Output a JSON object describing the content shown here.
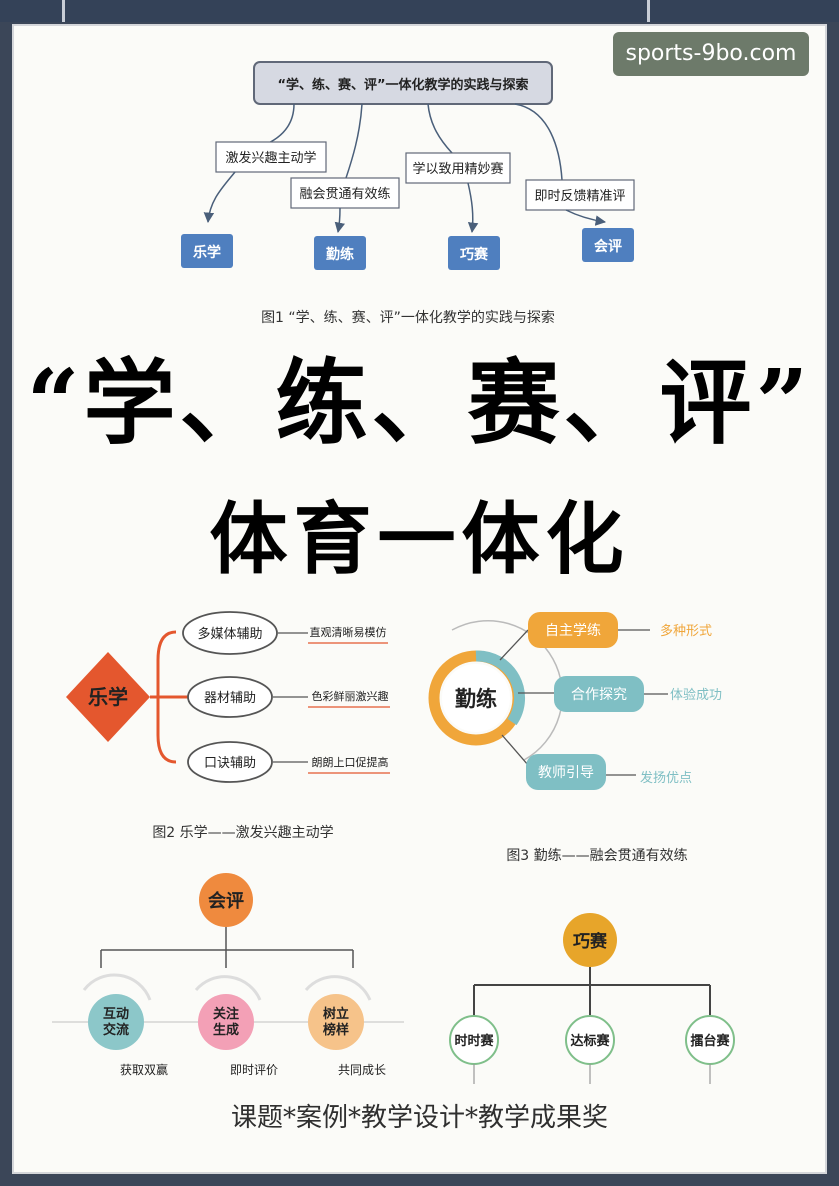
{
  "watermark": "sports-9bo.com",
  "fig1": {
    "root": "“学、练、赛、评”一体化教学的实践与探索",
    "steps": [
      "激发兴趣主动学",
      "融会贯通有效练",
      "学以致用精妙赛",
      "即时反馈精准评"
    ],
    "targets": [
      "乐学",
      "勤练",
      "巧赛",
      "会评"
    ],
    "caption": "图1 “学、练、赛、评”一体化教学的实践与探索"
  },
  "headline": {
    "line1": "“学、练、赛、评”",
    "line2": "体育一体化"
  },
  "fig2": {
    "center": "乐学",
    "items": [
      "多媒体辅助",
      "器材辅助",
      "口诀辅助"
    ],
    "notes": [
      "直观清晰易模仿",
      "色彩鲜丽激兴趣",
      "朗朗上口促提高"
    ],
    "caption": "图2 乐学——激发兴趣主动学"
  },
  "fig3": {
    "center": "勤练",
    "items": [
      "自主学练",
      "合作探究",
      "教师引导"
    ],
    "notes": [
      "多种形式",
      "体验成功",
      "发扬优点"
    ],
    "caption": "图3 勤练——融会贯通有效练",
    "colors": [
      "#f0a63a",
      "#7fbfc4",
      "#7fbfc4"
    ]
  },
  "fig4": {
    "root": "会评",
    "children": [
      "互动\n交流",
      "关注\n生成",
      "树立\n榜样"
    ],
    "notes": [
      "获取双赢",
      "即时评价",
      "共同成长"
    ]
  },
  "fig5": {
    "root": "巧赛",
    "children": [
      "时时赛",
      "达标赛",
      "擂台赛"
    ]
  },
  "footer": "课题*案例*教学设计*教学成果奖"
}
